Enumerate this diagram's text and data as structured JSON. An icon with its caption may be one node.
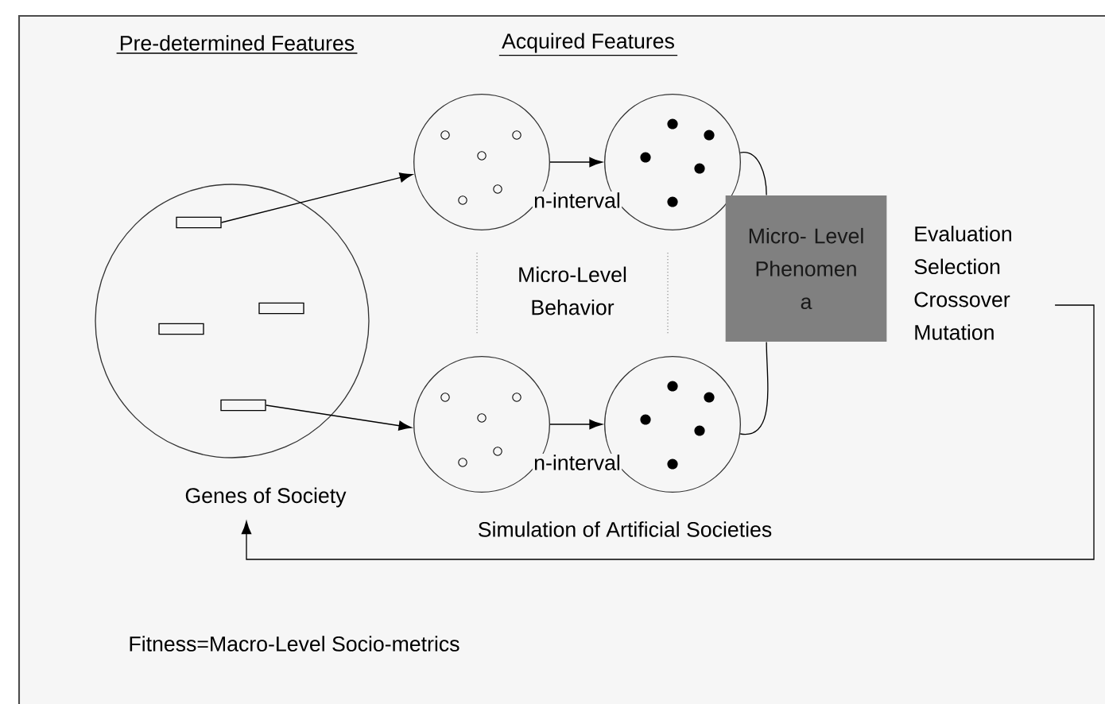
{
  "diagram": {
    "nodes": [
      {
        "text": [],
        "shape": "circle"
      },
      {
        "text": [],
        "shape": "bar",
        "in": 0
      },
      {
        "text": [],
        "shape": "bar",
        "in": 0
      },
      {
        "text": [],
        "shape": "bar",
        "in": 0
      },
      {
        "text": [],
        "shape": "bar",
        "in": 0
      },
      {
        "text": [],
        "shape": "circle"
      },
      {
        "text": [],
        "shape": "circle"
      },
      {
        "text": [],
        "shape": "circle"
      },
      {
        "text": [],
        "shape": "circle"
      },
      {
        "text": [
          "Micro- Level Phenomen a"
        ]
      },
      {
        "text": [
          "Evaluation Selection Crossover Mutation"
        ]
      },
      {
        "text": [
          "Genes of Society"
        ]
      }
    ],
    "edges": [
      {
        "from": 1,
        "to": 5,
        "arrow": "to"
      },
      {
        "from": 4,
        "to": 7,
        "arrow": "to"
      },
      {
        "from": 5,
        "to": 6,
        "arrow": "to",
        "label": "n-interval"
      },
      {
        "from": 7,
        "to": 8,
        "arrow": "to",
        "label": "n-interval"
      },
      {
        "from": 5,
        "to": 7,
        "arrow": "none",
        "style": "dashed",
        "color": "#999999"
      },
      {
        "from": 6,
        "to": 8,
        "arrow": "none",
        "style": "dashed",
        "color": "#999999"
      },
      {
        "from": 6,
        "to": 9,
        "arrow": "none"
      },
      {
        "from": 8,
        "to": 9,
        "arrow": "none"
      },
      {
        "from": 10,
        "to": 11,
        "arrow": "to"
      }
    ],
    "labels": [
      "Pre-determined Features",
      "Acquired Features",
      "Micro-Level Behavior",
      "Simulation of Artificial Societies",
      "Fitness=Macro-Level Socio-metrics"
    ]
  }
}
